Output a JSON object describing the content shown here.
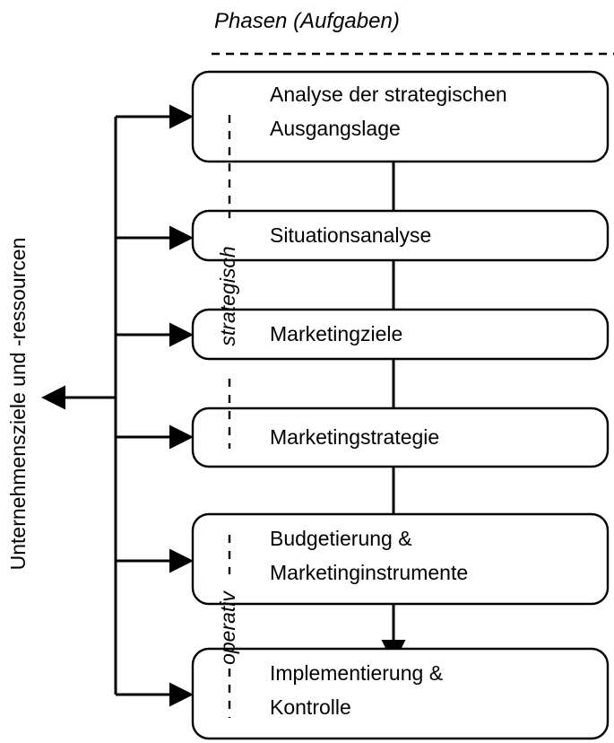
{
  "diagram": {
    "title": "Phasen (Aufgaben)",
    "side_label": "Unternehmensziele und -ressourcen",
    "phase_groups": [
      {
        "id": "strategisch",
        "label": "strategisch"
      },
      {
        "id": "operativ",
        "label": "operativ"
      }
    ],
    "boxes": [
      {
        "id": "analyse",
        "lines": [
          "Analyse der strategischen",
          "Ausgangslage"
        ]
      },
      {
        "id": "situationsanalyse",
        "lines": [
          "Situationsanalyse"
        ]
      },
      {
        "id": "marketingziele",
        "lines": [
          "Marketingziele"
        ]
      },
      {
        "id": "marketingstrategie",
        "lines": [
          "Marketingstrategie"
        ]
      },
      {
        "id": "budgetierung",
        "lines": [
          "Budgetierung &",
          "Marketinginstrumente"
        ]
      },
      {
        "id": "implementierung",
        "lines": [
          "Implementierung &",
          "Kontrolle"
        ]
      }
    ],
    "colors": {
      "stroke": "#000000",
      "background": "#ffffff",
      "text": "#000000"
    }
  }
}
